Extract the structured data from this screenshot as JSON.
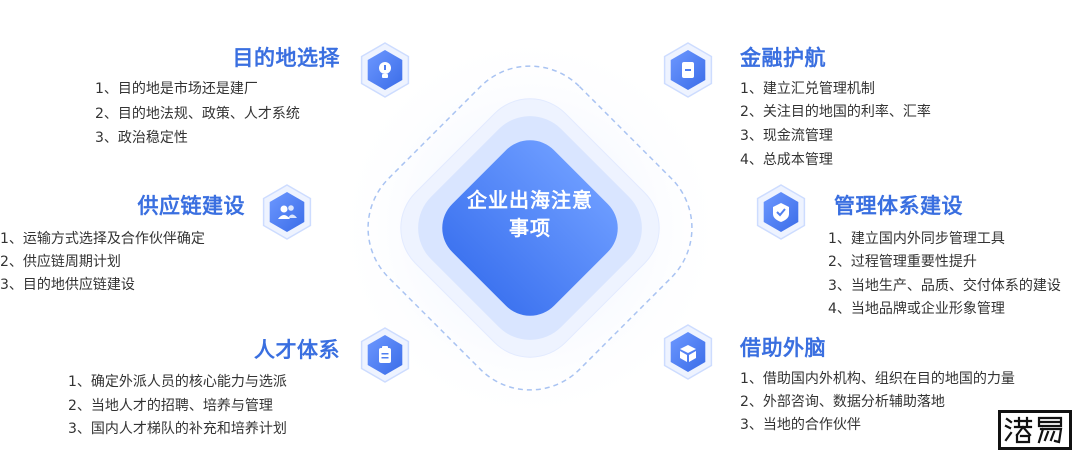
{
  "center": {
    "line1": "企业出海注意",
    "line2": "事项"
  },
  "blocks": {
    "destination": {
      "title": "目的地选择",
      "items": [
        "1、目的地是市场还是建厂",
        "2、目的地法规、政策、人才系统",
        "3、政治稳定性"
      ],
      "icon": "lightbulb-icon"
    },
    "supply": {
      "title": "供应链建设",
      "items": [
        "1、运输方式选择及合作伙伴确定",
        "2、供应链周期计划",
        "3、目的地供应链建设"
      ],
      "icon": "users-icon"
    },
    "talent": {
      "title": "人才体系",
      "items": [
        "1、确定外派人员的核心能力与选派",
        "2、当地人才的招聘、培养与管理",
        "3、国内人才梯队的补充和培养计划"
      ],
      "icon": "clipboard-icon"
    },
    "finance": {
      "title": "金融护航",
      "items": [
        "1、建立汇兑管理机制",
        "2、关注目的地国的利率、汇率",
        "3、现金流管理",
        "4、总成本管理"
      ],
      "icon": "wallet-icon"
    },
    "management": {
      "title": "管理体系建设",
      "items": [
        "1、建立国内外同步管理工具",
        "2、过程管理重要性提升",
        "3、当地生产、品质、交付体系的建设",
        "4、当地品牌或企业形象管理"
      ],
      "icon": "shield-check-icon"
    },
    "external": {
      "title": "借助外脑",
      "items": [
        "1、借助国内外机构、组织在目的地国的力量",
        "2、外部咨询、数据分析辅助落地",
        "3、当地的合作伙伴"
      ],
      "icon": "box-icon"
    }
  },
  "colors": {
    "accent": "#3a6fe0",
    "center_fill": "#4f86f7",
    "hex_fill": "#4f7ff0",
    "dashed_line": "#a9c3f2"
  },
  "watermark": {
    "text": "港易"
  }
}
